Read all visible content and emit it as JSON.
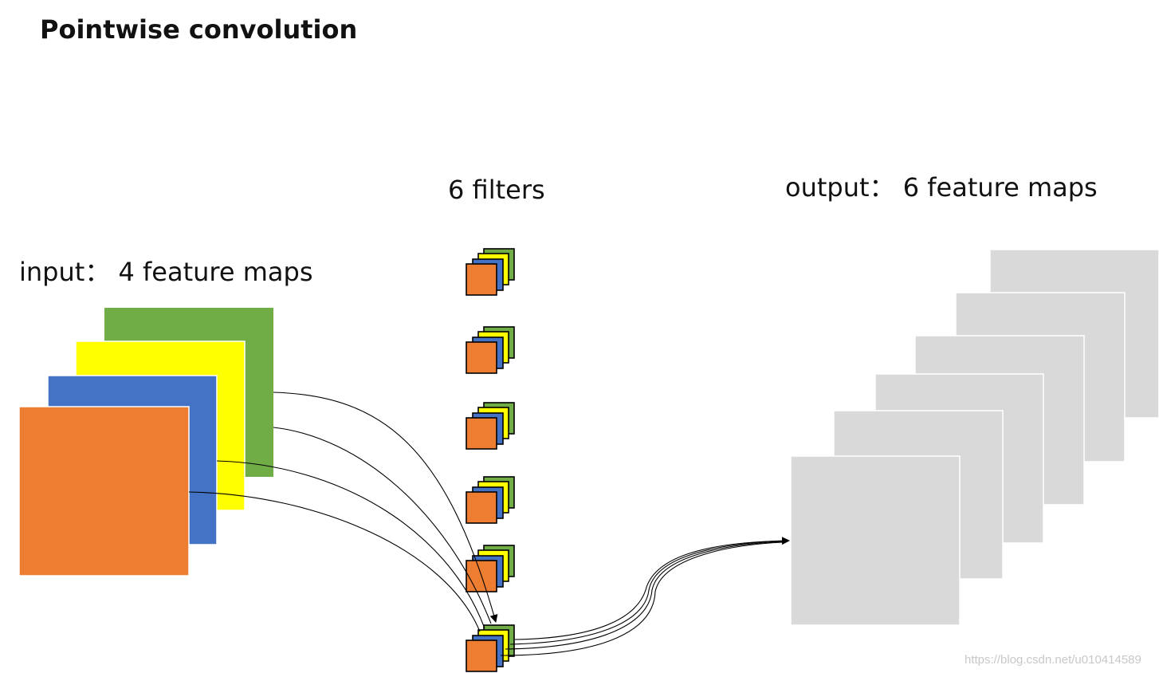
{
  "title": "Pointwise convolution",
  "input_label": "input： 4 feature maps",
  "filters_label": "6 filters",
  "output_label": "output： 6 feature maps",
  "watermark": "https://blog.csdn.net/u010414589",
  "input_feature_map_count": 4,
  "filter_count": 6,
  "output_feature_map_count": 6,
  "colors": {
    "channel_1": "#ED7D31",
    "channel_2": "#4472C4",
    "channel_3": "#FFFF00",
    "channel_4": "#70AD47",
    "output_map": "#D9D9D9",
    "background": "#FFFFFF"
  }
}
